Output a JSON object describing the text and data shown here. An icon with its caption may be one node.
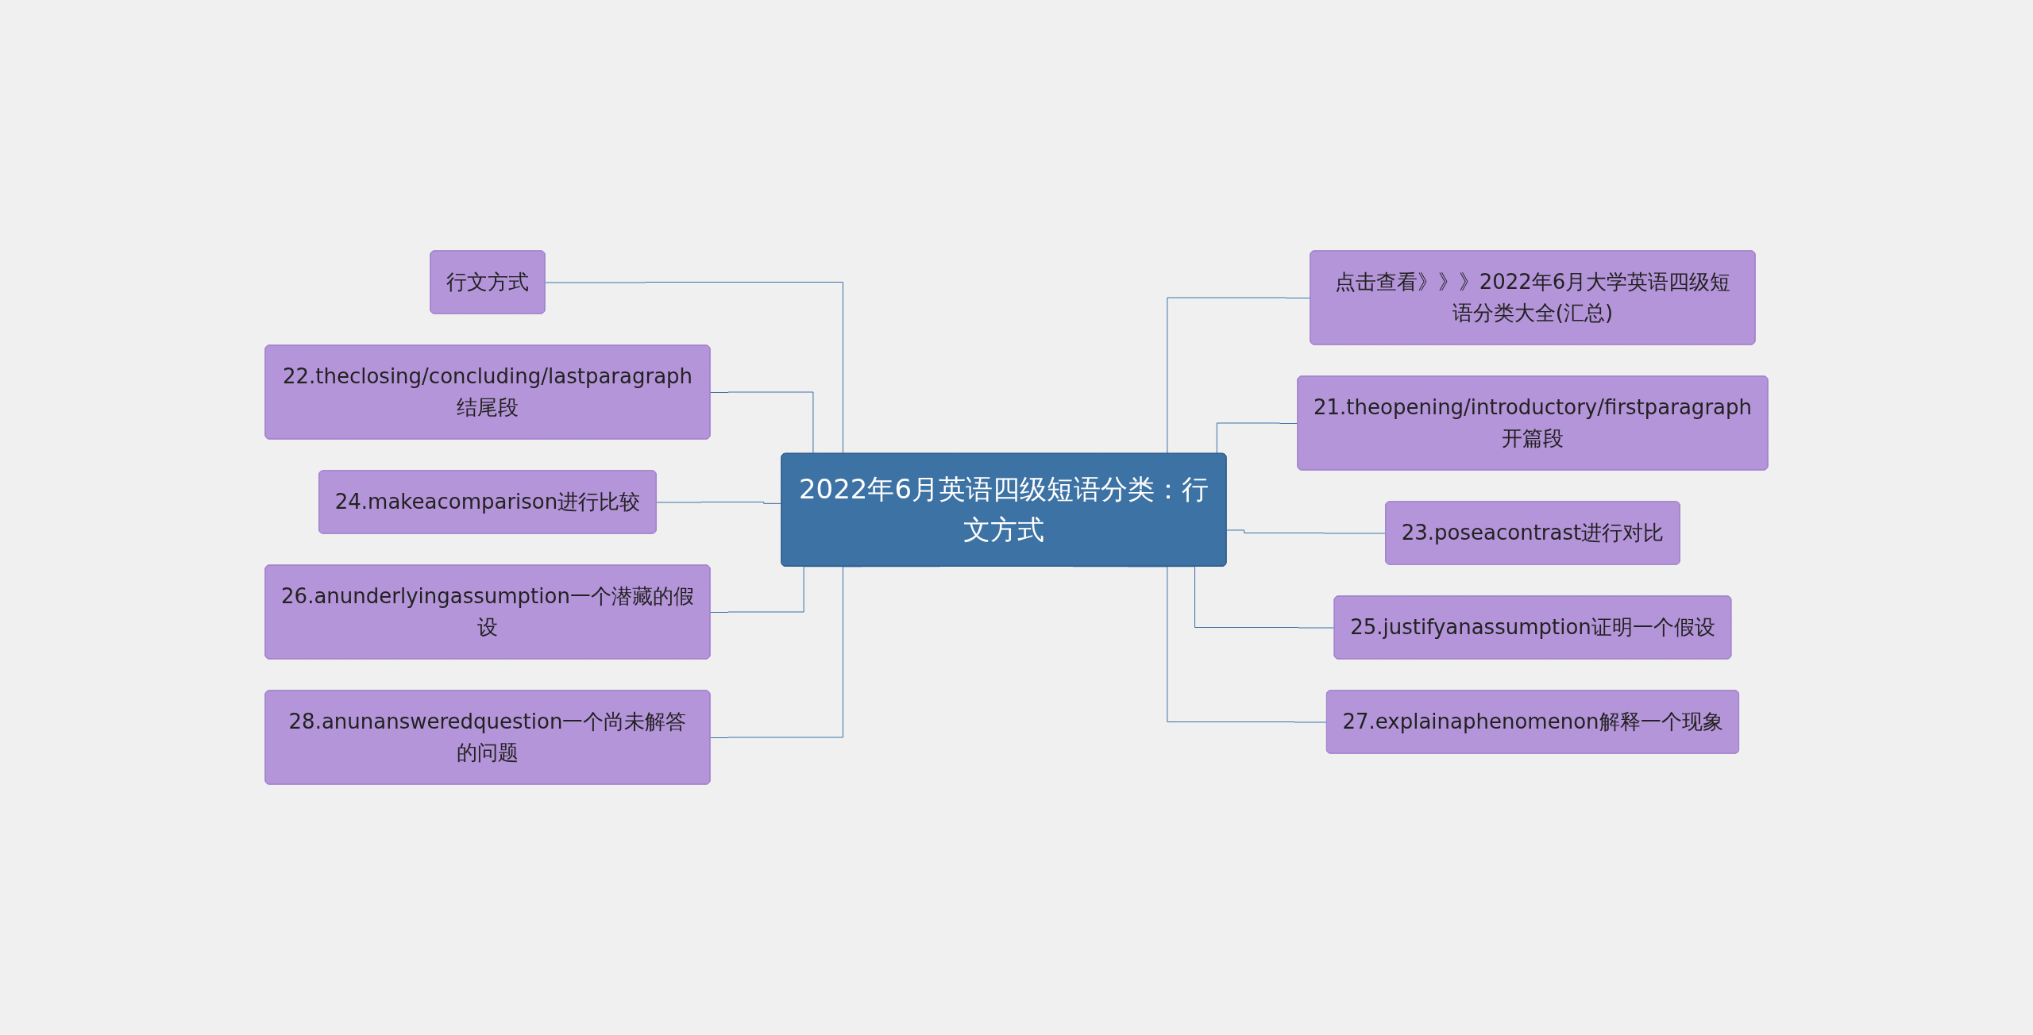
{
  "diagram": {
    "nodes": [
      {
        "text": [
          "2022年6月英语四级短语分类：行文方式"
        ]
      },
      {
        "text": [
          "行文方式"
        ]
      },
      {
        "text": [
          "22.theclosing/concluding/lastparagraph结尾段"
        ]
      },
      {
        "text": [
          "24.makeacomparison进行比较"
        ]
      },
      {
        "text": [
          "26.anunderlyingassumption一个潜藏的假设"
        ]
      },
      {
        "text": [
          "28.anunansweredquestion一个尚未解答的问题"
        ]
      },
      {
        "text": [
          "点击查看》》》2022年6月大学英语四级短语分类大全(汇总)"
        ]
      },
      {
        "text": [
          "21.theopening/introductory/firstparagraph开篇段"
        ]
      },
      {
        "text": [
          "23.poseacontrast进行对比"
        ]
      },
      {
        "text": [
          "25.justifyanassumption证明一个假设"
        ]
      },
      {
        "text": [
          "27.explainaphenomenon解释一个现象"
        ]
      }
    ],
    "edges": [
      {
        "from": 1,
        "to": 0,
        "arrow": "none"
      },
      {
        "from": 2,
        "to": 0,
        "arrow": "none"
      },
      {
        "from": 3,
        "to": 0,
        "arrow": "none"
      },
      {
        "from": 4,
        "to": 0,
        "arrow": "none"
      },
      {
        "from": 5,
        "to": 0,
        "arrow": "none"
      },
      {
        "from": 0,
        "to": 6,
        "arrow": "none"
      },
      {
        "from": 0,
        "to": 7,
        "arrow": "none"
      },
      {
        "from": 0,
        "to": 8,
        "arrow": "none"
      },
      {
        "from": 0,
        "to": 9,
        "arrow": "none"
      },
      {
        "from": 0,
        "to": 10,
        "arrow": "none"
      }
    ]
  }
}
